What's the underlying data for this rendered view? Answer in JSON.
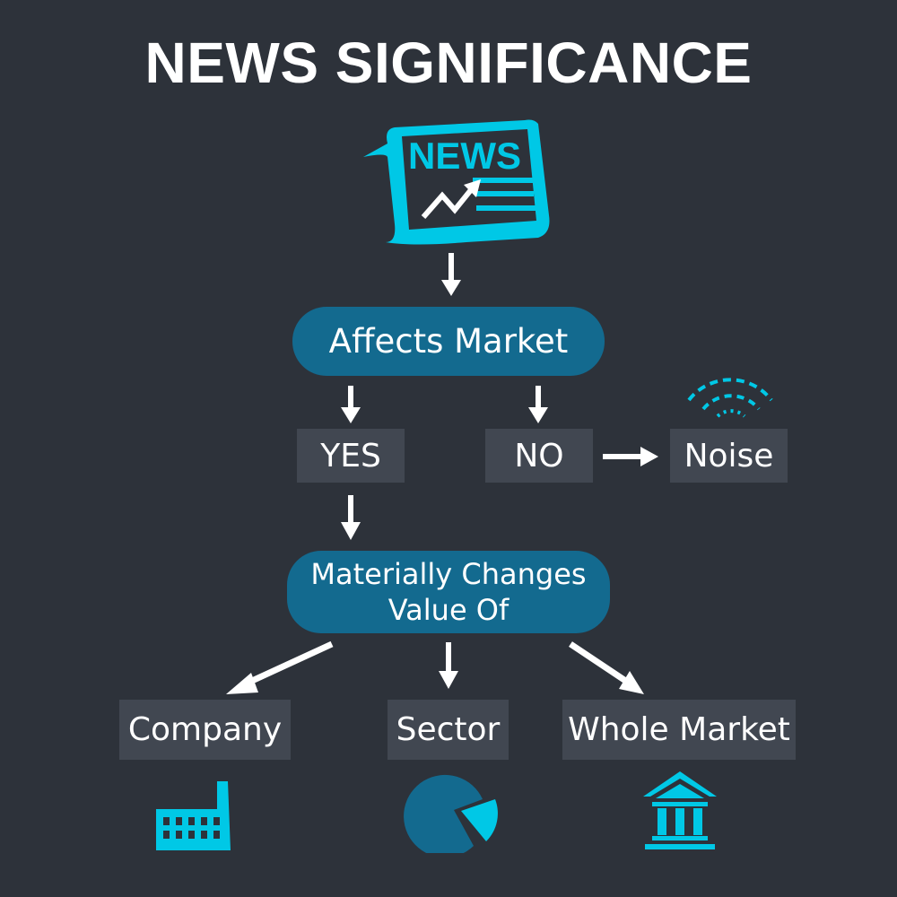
{
  "title": "NEWS SIGNIFICANCE",
  "colors": {
    "background": "#2d323a",
    "pill": "#136a8f",
    "box": "#414751",
    "accent": "#00c8e6",
    "text": "#ffffff"
  },
  "icons": {
    "news": "newspaper-icon",
    "noise": "signal-noise-icon",
    "company": "factory-icon",
    "sector": "pie-chart-icon",
    "whole_market": "bank-building-icon"
  },
  "news_icon": {
    "label": "NEWS"
  },
  "nodes": {
    "affects_market": "Affects Market",
    "yes": "YES",
    "no": "NO",
    "noise": "Noise",
    "materially_changes_line1": "Materially Changes",
    "materially_changes_line2": "Value Of",
    "company": "Company",
    "sector": "Sector",
    "whole_market": "Whole Market"
  },
  "edges": [
    [
      "news",
      "affects_market"
    ],
    [
      "affects_market",
      "yes"
    ],
    [
      "affects_market",
      "no"
    ],
    [
      "no",
      "noise"
    ],
    [
      "yes",
      "materially_changes"
    ],
    [
      "materially_changes",
      "company"
    ],
    [
      "materially_changes",
      "sector"
    ],
    [
      "materially_changes",
      "whole_market"
    ]
  ]
}
